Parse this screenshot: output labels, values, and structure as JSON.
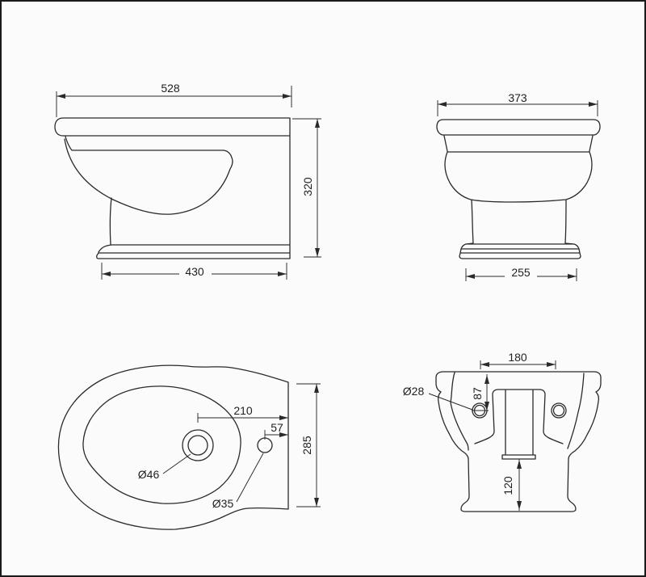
{
  "drawing": {
    "dims": {
      "side": {
        "width": "528",
        "height": "320",
        "base_depth": "430"
      },
      "front": {
        "width": "373",
        "base_width": "255"
      },
      "plan": {
        "drain_center_offset": "210",
        "tap_hole_offset": "57",
        "depth": "285",
        "drain_diameter": "Ø46",
        "tap_hole_diameter": "Ø35"
      },
      "rear": {
        "fixing_hole_spacing": "180",
        "fixing_hole_drop": "87",
        "fixing_hole_diameter": "Ø28",
        "outlet_height": "120"
      }
    },
    "colors": {
      "line": "#2a2a2a",
      "text": "#1f1f1f",
      "background": "#fbfbfb",
      "frame": "#1a1a1a"
    }
  }
}
